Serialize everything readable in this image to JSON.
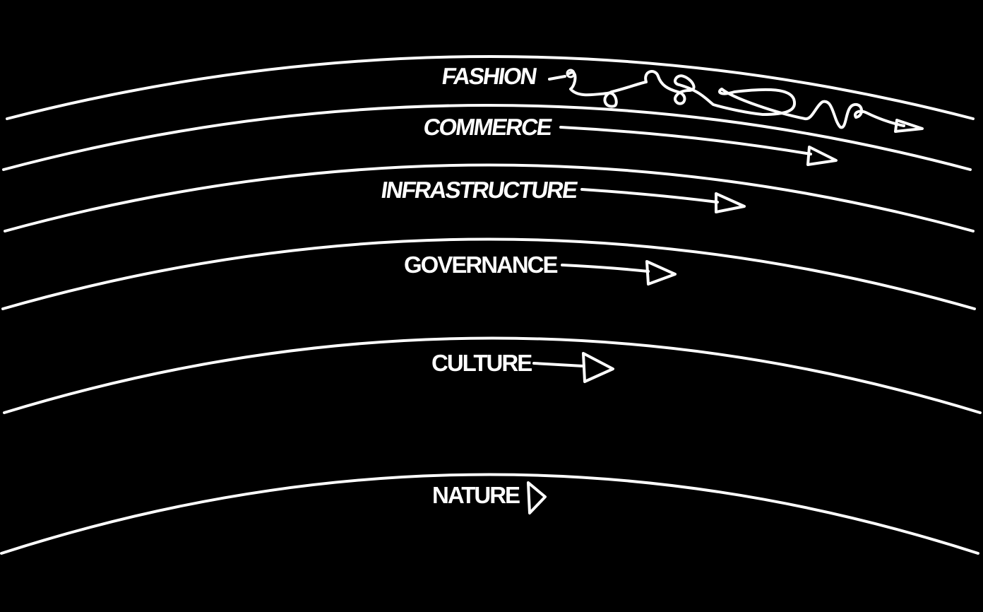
{
  "diagram": {
    "type": "pace-layers",
    "background": "#000000",
    "stroke_color": "#ffffff",
    "layers": [
      {
        "label": "FASHION",
        "arrow": "wiggly-long",
        "speed_rank": 1
      },
      {
        "label": "COMMERCE",
        "arrow": "long",
        "speed_rank": 2
      },
      {
        "label": "INFRASTRUCTURE",
        "arrow": "medium-long",
        "speed_rank": 3
      },
      {
        "label": "GOVERNANCE",
        "arrow": "medium",
        "speed_rank": 4
      },
      {
        "label": "CULTURE",
        "arrow": "short",
        "speed_rank": 5
      },
      {
        "label": "NATURE",
        "arrow": "head-only",
        "speed_rank": 6
      }
    ]
  }
}
